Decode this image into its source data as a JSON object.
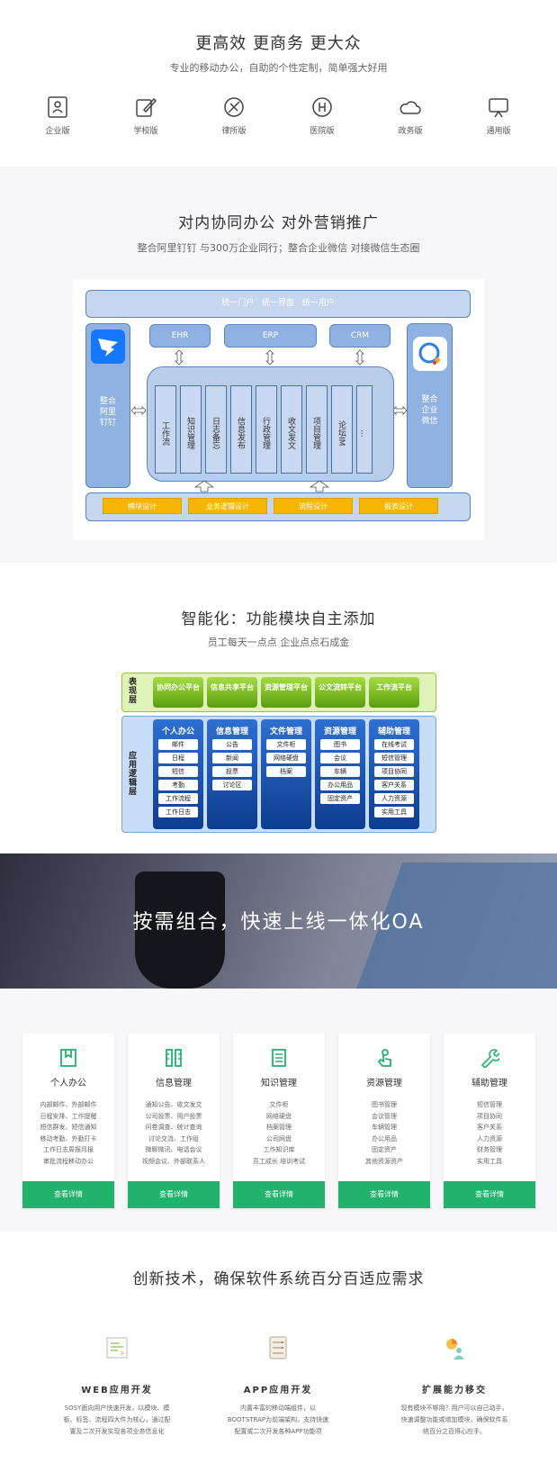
{
  "s1": {
    "title": "更高效 更商务 更大众",
    "subtitle": "专业的移动办公，自助的个性定制，简单强大好用",
    "versions": [
      {
        "label": "企业版",
        "icon": "id-card-icon"
      },
      {
        "label": "学校版",
        "icon": "edit-icon"
      },
      {
        "label": "律所版",
        "icon": "scale-icon"
      },
      {
        "label": "医院版",
        "icon": "hospital-icon"
      },
      {
        "label": "政务版",
        "icon": "cloud-icon"
      },
      {
        "label": "通用版",
        "icon": "monitor-icon"
      }
    ]
  },
  "s2": {
    "title": "对内协同办公 对外营销推广",
    "subtitle": "整合阿里钉钉 与300万企业同行；整合企业微信 对接微信生态圈",
    "diagram": {
      "top_bar": "统一门户   统一界面   统一用户",
      "left": "整合阿里钉钉",
      "right": "整合企业微信",
      "systems": [
        "EHR",
        "ERP",
        "CRM"
      ],
      "modules": [
        "工作流",
        "知识管理",
        "日志备忘",
        "信息发布",
        "行政管理",
        "收文发文",
        "项目管理",
        "论坛IM",
        "···"
      ],
      "bottom": [
        "模块设计",
        "业务逻辑设计",
        "流程设计",
        "报表设计"
      ]
    }
  },
  "s3": {
    "title": "智能化：功能模块自主添加",
    "subtitle": "员工每天一点点 企业点点石成金",
    "arch": {
      "layer_top": "表现层",
      "layer_bottom": "应用逻辑层",
      "platforms": [
        "协同办公平台",
        "信息共享平台",
        "资源管理平台",
        "公文流转平台",
        "工作流平台"
      ],
      "columns": [
        {
          "head": "个人办公",
          "items": [
            "邮件",
            "日程",
            "短信",
            "考勤",
            "工作流程",
            "工作日志"
          ]
        },
        {
          "head": "信息管理",
          "items": [
            "公告",
            "新闻",
            "投票",
            "讨论区"
          ]
        },
        {
          "head": "文件管理",
          "items": [
            "文件柜",
            "网络硬盘",
            "档案"
          ]
        },
        {
          "head": "资源管理",
          "items": [
            "图书",
            "会议",
            "车辆",
            "办公用品",
            "固定资产"
          ]
        },
        {
          "head": "辅助管理",
          "items": [
            "在线考试",
            "短信管理",
            "项目协同",
            "客户关系",
            "人力资源",
            "实用工具"
          ]
        }
      ]
    }
  },
  "banner": {
    "text": "按需组合，快速上线一体化OA"
  },
  "cards": [
    {
      "title": "个人办公",
      "icon": "bookmark-icon",
      "lines": [
        "内部邮件、外部邮件",
        "日程安排、工作提醒",
        "短信群发、短信通知",
        "移动考勤、外勤打卡",
        "工作日志周报月报",
        "审批流程移动办公"
      ],
      "btn": "查看详情"
    },
    {
      "title": "信息管理",
      "icon": "ruler-icon",
      "lines": [
        "通知公告、收文发文",
        "公司投票、用户投票",
        "问卷调查、统计查询",
        "讨论交流、工作组",
        "微聊微讯、电话会议",
        "视频会议、外部联系人"
      ],
      "btn": "查看详情"
    },
    {
      "title": "知识管理",
      "icon": "document-icon",
      "lines": [
        "文件柜",
        "网络硬盘",
        "档案管理",
        "公司网盘",
        "工作知识库",
        "员工成长 培训考试"
      ],
      "btn": "查看详情"
    },
    {
      "title": "资源管理",
      "icon": "hand-icon",
      "lines": [
        "图书管理",
        "会议管理",
        "车辆管理",
        "办公用品",
        "固定资产",
        "其他资源资产"
      ],
      "btn": "查看详情"
    },
    {
      "title": "辅助管理",
      "icon": "wrench-icon",
      "lines": [
        "短信管理",
        "项目协同",
        "客户关系",
        "人力资源",
        "财务管理",
        "实用工具"
      ],
      "btn": "查看详情"
    }
  ],
  "s6": {
    "title": "创新技术，确保软件系统百分百适应需求",
    "features": [
      {
        "title": "WEB应用开发",
        "icon": "web-code-icon",
        "lines": [
          "SOSY面向用户快速开发，以模块、模",
          "板、标签、流程四大件为核心，通过配",
          "置及二次开发实现各项业务信息化"
        ]
      },
      {
        "title": "APP应用开发",
        "icon": "server-icon",
        "lines": [
          "内置丰富的移动端组件，以",
          "BOOTSTRAP为前端架构，支持快速",
          "配置或二次开发各种APP功能项"
        ]
      },
      {
        "title": "扩展能力移交",
        "icon": "user-chart-icon",
        "lines": [
          "现有模块不够用？用户可以自己动手，",
          "快速调整功能或增加模块，确保软件系",
          "统百分之百得心应手。"
        ]
      }
    ]
  }
}
